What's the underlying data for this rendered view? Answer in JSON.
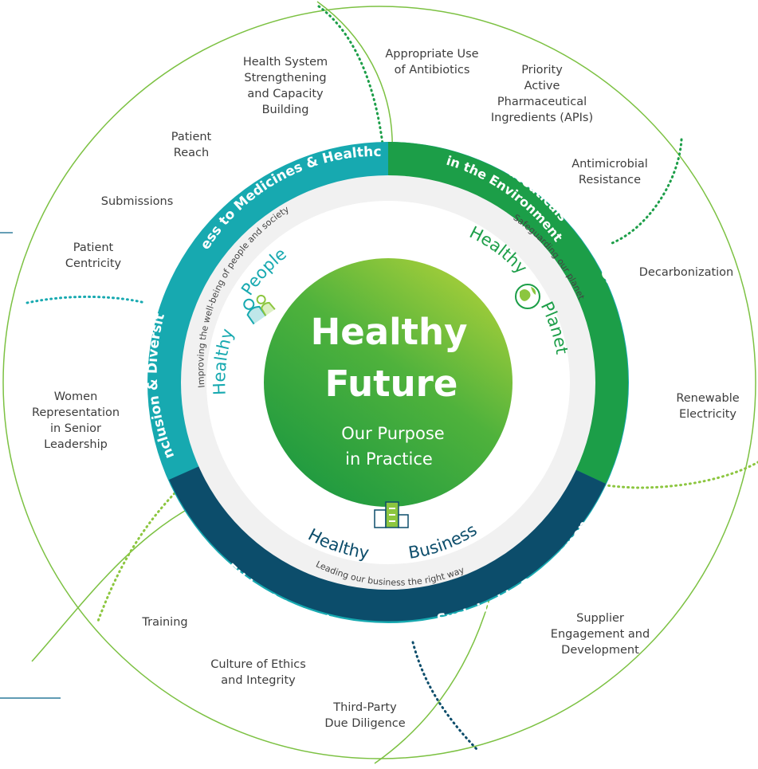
{
  "center": {
    "title_line1": "Healthy",
    "title_line2": "Future",
    "subtitle_line1": "Our Purpose",
    "subtitle_line2": "in Practice"
  },
  "pillars": {
    "people": {
      "word1": "Healthy",
      "word2": "People",
      "tagline": "Improving the well-being of people and society",
      "color": "#17a9b0"
    },
    "planet": {
      "word1": "Healthy",
      "word2": "Planet",
      "tagline": "Safeguarding our planet",
      "color": "#1c9e48"
    },
    "business": {
      "word1": "Healthy",
      "word2": "Business",
      "tagline": "Leading our business the right way",
      "color": "#0c4d6b"
    }
  },
  "focus_areas": {
    "access": "Access to Medicines & Healthcare",
    "inclusion": "Inclusion & Diversity",
    "pharma_line1": "Pharmaceuticals",
    "pharma_line2": "in the Environment",
    "climate": "Climate Action & Resilience",
    "ethics": "Ethics & Integrity",
    "procurement": "Sustainable Procurement"
  },
  "outer_labels": {
    "health_system": "Health System\nStrengthening\nand Capacity\nBuilding",
    "appropriate_use": "Appropriate Use\nof Antibiotics",
    "priority_apis": "Priority\nActive\nPharmaceutical\nIngredients (APIs)",
    "patient_reach": "Patient\nReach",
    "antimicrobial": "Antimicrobial\nResistance",
    "submissions": "Submissions",
    "patient_centricity": "Patient\nCentricity",
    "decarbonization": "Decarbonization",
    "women": "Women\nRepresentation\nin Senior\nLeadership",
    "renewable": "Renewable\nElectricity",
    "training": "Training",
    "supplier": "Supplier\nEngagement and\nDevelopment",
    "culture": "Culture of Ethics\nand Integrity",
    "third_party": "Third-Party\nDue Diligence"
  },
  "colors": {
    "teal": "#17a9b0",
    "green": "#1c9e48",
    "navy": "#0c4d6b",
    "light_green": "#8cc63f",
    "outer_ring": "#7cc142"
  }
}
